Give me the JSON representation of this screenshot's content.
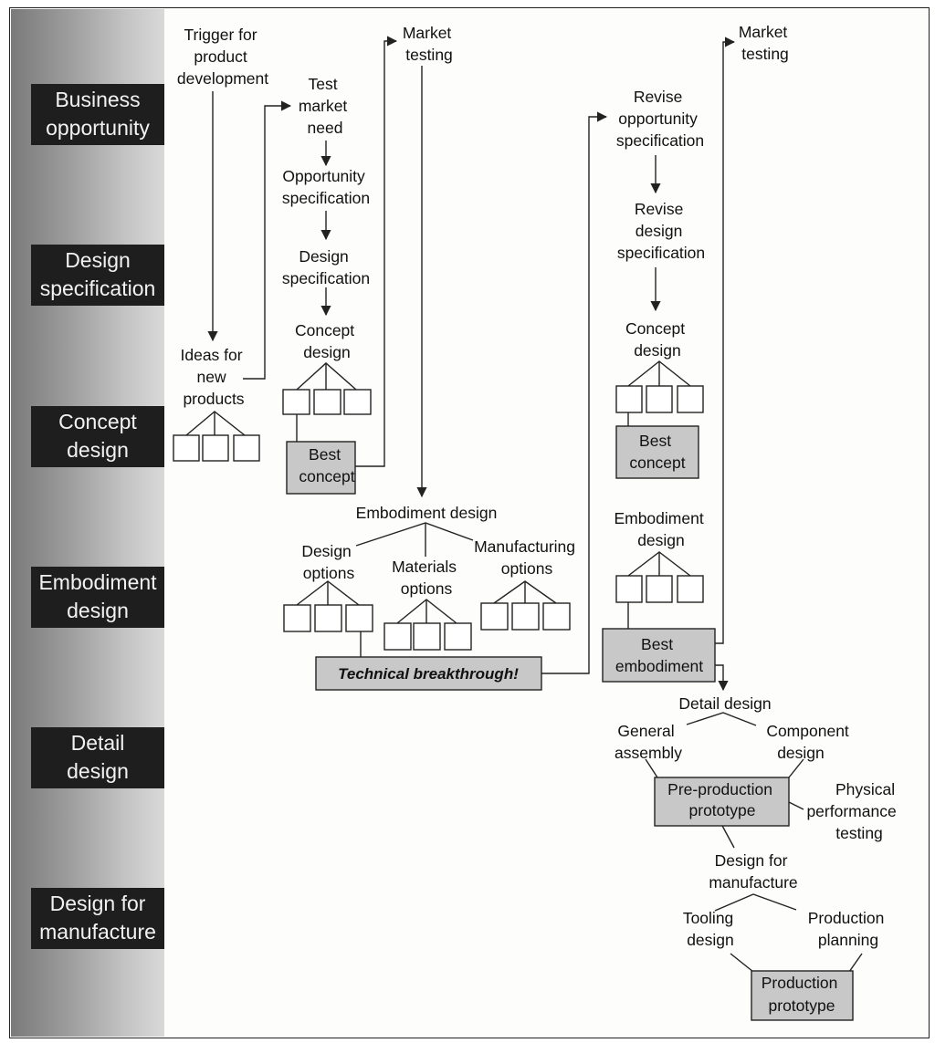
{
  "stages": [
    [
      "Business",
      "opportunity"
    ],
    [
      "Design",
      "specification"
    ],
    [
      "Concept",
      "design"
    ],
    [
      "Embodiment",
      "design"
    ],
    [
      "Detail",
      "design"
    ],
    [
      "Design for",
      "manufacture"
    ]
  ],
  "nodes": {
    "trigger": [
      "Trigger for",
      "product",
      "development"
    ],
    "ideas": [
      "Ideas for",
      "new",
      "products"
    ],
    "test_market_need": [
      "Test",
      "market",
      "need"
    ],
    "opportunity_spec": [
      "Opportunity",
      "specification"
    ],
    "design_spec": [
      "Design",
      "specification"
    ],
    "concept_design_1": [
      "Concept",
      "design"
    ],
    "best_concept_1": [
      "Best",
      "concept"
    ],
    "market_testing_1": [
      "Market",
      "testing"
    ],
    "market_testing_2": [
      "Market",
      "testing"
    ],
    "revise_opportunity": [
      "Revise",
      "opportunity",
      "specification"
    ],
    "revise_design": [
      "Revise",
      "design",
      "specification"
    ],
    "concept_design_2": [
      "Concept",
      "design"
    ],
    "best_concept_2": [
      "Best",
      "concept"
    ],
    "embodiment_design_1": [
      "Embodiment design"
    ],
    "design_options": [
      "Design",
      "options"
    ],
    "materials_options": [
      "Materials",
      "options"
    ],
    "manufacturing_options": [
      "Manufacturing",
      "options"
    ],
    "technical_breakthrough": [
      "Technical breakthrough!"
    ],
    "embodiment_design_2": [
      "Embodiment",
      "design"
    ],
    "best_embodiment": [
      "Best",
      "embodiment"
    ],
    "detail_design": [
      "Detail design"
    ],
    "general_assembly": [
      "General",
      "assembly"
    ],
    "component_design": [
      "Component",
      "design"
    ],
    "pre_production": [
      "Pre-production",
      "prototype"
    ],
    "physical_testing": [
      "Physical",
      "performance",
      "testing"
    ],
    "design_for_manufacture": [
      "Design for",
      "manufacture"
    ],
    "tooling_design": [
      "Tooling",
      "design"
    ],
    "production_planning": [
      "Production",
      "planning"
    ],
    "production_prototype": [
      "Production",
      "prototype"
    ]
  }
}
